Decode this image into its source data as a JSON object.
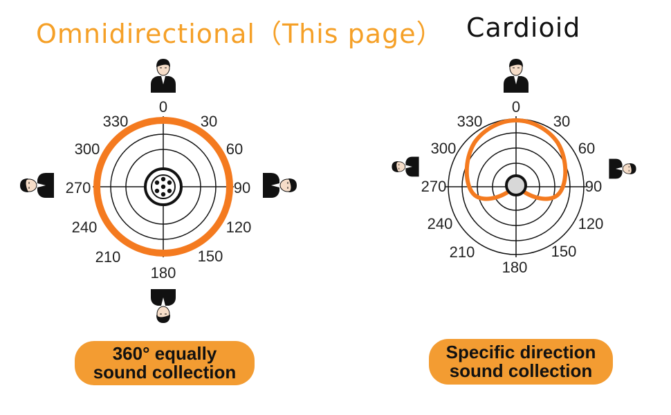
{
  "left_panel": {
    "title": "Omnidirectional（This page）",
    "caption_line1": "360° equally",
    "caption_line2": "sound collection",
    "angles": [
      "0",
      "30",
      "60",
      "90",
      "120",
      "150",
      "180",
      "210",
      "240",
      "270",
      "300",
      "330"
    ]
  },
  "right_panel": {
    "title": "Cardioid",
    "caption_line1": "Specific direction",
    "caption_line2": "sound collection",
    "angles": [
      "0",
      "30",
      "60",
      "90",
      "120",
      "150",
      "180",
      "210",
      "240",
      "270",
      "300",
      "330"
    ]
  },
  "colors": {
    "accent_orange": "#f39c32",
    "pattern_orange": "#f47a1f",
    "title_orange": "#f5a027",
    "line": "#111111"
  },
  "icons": [
    "person-front-icon",
    "person-left-icon",
    "person-right-icon",
    "person-back-icon",
    "microphone-capsule-icon"
  ]
}
